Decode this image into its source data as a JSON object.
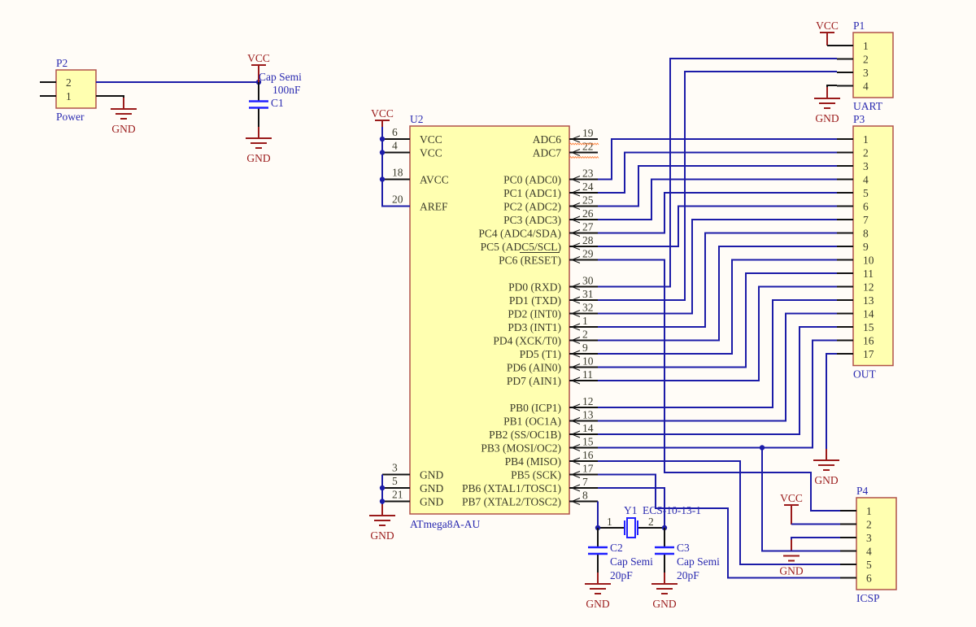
{
  "power_ports": {
    "vcc": "VCC",
    "gnd": "GND"
  },
  "colors": {
    "wire": "#1c1ca8",
    "pin": "#111111",
    "body_fill": "#ffffb0",
    "body_border": "#b0524a",
    "power": "#9a1a1a",
    "designator": "#2a2ab0",
    "background": "#fffcf7"
  },
  "components": {
    "P2": {
      "designator": "P2",
      "comment": "Power",
      "pins": [
        "2",
        "1"
      ]
    },
    "C1": {
      "designator": "C1",
      "comment": "Cap Semi",
      "value": "100nF"
    },
    "U2": {
      "designator": "U2",
      "comment": "ATmega8A-AU",
      "left_pins": [
        {
          "num": "6",
          "name": "VCC"
        },
        {
          "num": "4",
          "name": "VCC"
        },
        {
          "num": "18",
          "name": "AVCC"
        },
        {
          "num": "20",
          "name": "AREF"
        },
        {
          "num": "3",
          "name": "GND"
        },
        {
          "num": "5",
          "name": "GND"
        },
        {
          "num": "21",
          "name": "GND"
        }
      ],
      "right_pins": [
        {
          "num": "19",
          "name": "ADC6"
        },
        {
          "num": "22",
          "name": "ADC7"
        },
        {
          "num": "23",
          "name": "PC0 (ADC0)"
        },
        {
          "num": "24",
          "name": "PC1 (ADC1)"
        },
        {
          "num": "25",
          "name": "PC2 (ADC2)"
        },
        {
          "num": "26",
          "name": "PC3 (ADC3)"
        },
        {
          "num": "27",
          "name": "PC4 (ADC4/SDA)"
        },
        {
          "num": "28",
          "name": "PC5 (ADC5/SCL)"
        },
        {
          "num": "29",
          "name": "PC6 (RESET)"
        },
        {
          "num": "30",
          "name": "PD0 (RXD)"
        },
        {
          "num": "31",
          "name": "PD1 (TXD)"
        },
        {
          "num": "32",
          "name": "PD2 (INT0)"
        },
        {
          "num": "1",
          "name": "PD3 (INT1)"
        },
        {
          "num": "2",
          "name": "PD4 (XCK/T0)"
        },
        {
          "num": "9",
          "name": "PD5 (T1)"
        },
        {
          "num": "10",
          "name": "PD6 (AIN0)"
        },
        {
          "num": "11",
          "name": "PD7 (AIN1)"
        },
        {
          "num": "12",
          "name": "PB0 (ICP1)"
        },
        {
          "num": "13",
          "name": "PB1 (OC1A)"
        },
        {
          "num": "14",
          "name": "PB2 (SS/OC1B)"
        },
        {
          "num": "15",
          "name": "PB3 (MOSI/OC2)"
        },
        {
          "num": "16",
          "name": "PB4 (MISO)"
        },
        {
          "num": "17",
          "name": "PB5 (SCK)"
        },
        {
          "num": "7",
          "name": "PB6 (XTAL1/TOSC1)"
        },
        {
          "num": "8",
          "name": "PB7 (XTAL2/TOSC2)"
        }
      ]
    },
    "P1": {
      "designator": "P1",
      "comment": "UART",
      "pins": [
        "1",
        "2",
        "3",
        "4"
      ]
    },
    "P3": {
      "designator": "P3",
      "comment": "OUT",
      "pins": [
        "1",
        "2",
        "3",
        "4",
        "5",
        "6",
        "7",
        "8",
        "9",
        "10",
        "11",
        "12",
        "13",
        "14",
        "15",
        "16",
        "17"
      ]
    },
    "P4": {
      "designator": "P4",
      "comment": "ICSP",
      "pins": [
        "1",
        "2",
        "3",
        "4",
        "5",
        "6"
      ]
    },
    "Y1": {
      "designator": "Y1",
      "comment": "ECS-10-13-1",
      "pins": [
        "1",
        "2"
      ]
    },
    "C2": {
      "designator": "C2",
      "comment": "Cap Semi",
      "value": "20pF"
    },
    "C3": {
      "designator": "C3",
      "comment": "Cap Semi",
      "value": "20pF"
    }
  }
}
